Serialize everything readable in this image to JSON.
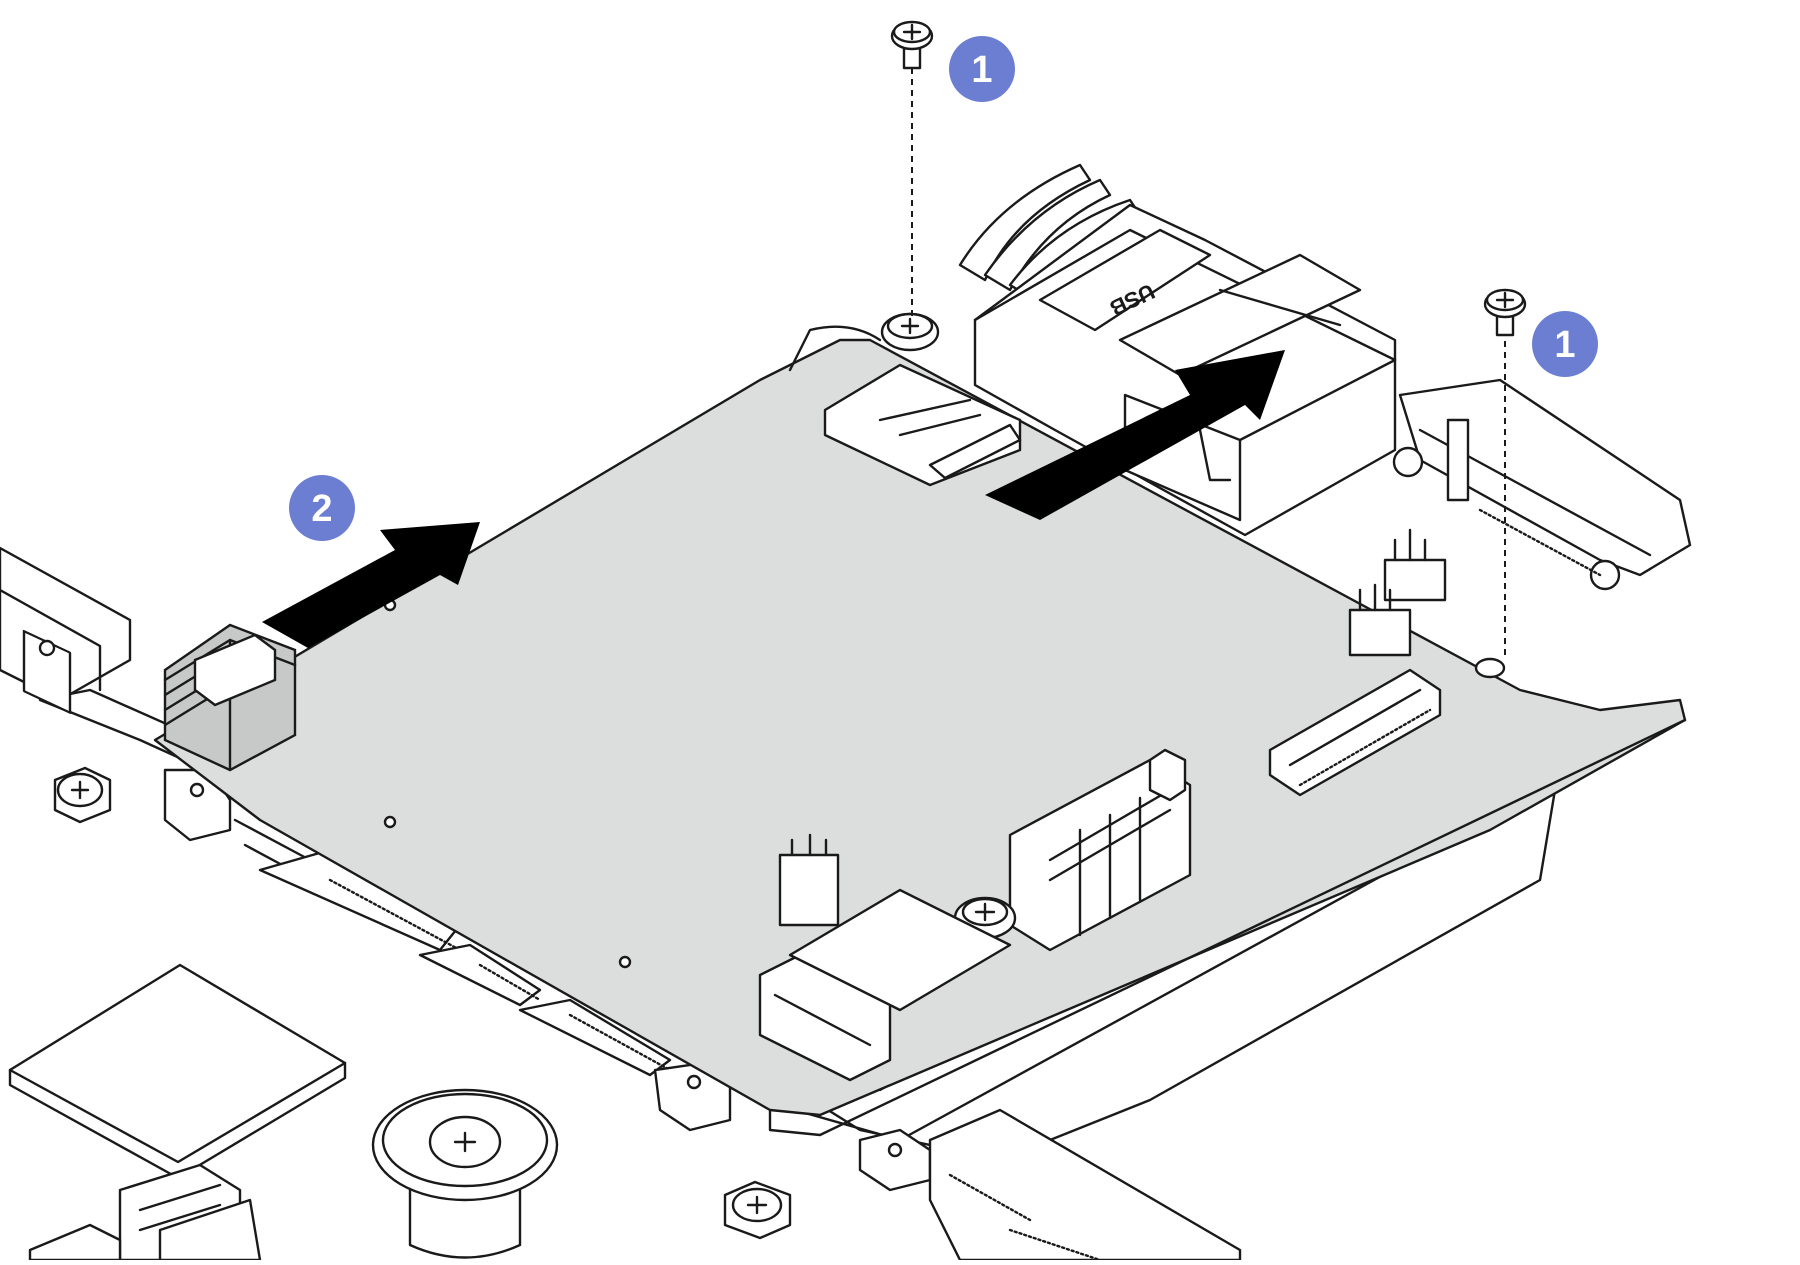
{
  "figure": {
    "callouts": [
      {
        "id": "screw-callout-top",
        "label": "1"
      },
      {
        "id": "screw-callout-right",
        "label": "1"
      },
      {
        "id": "slide-callout",
        "label": "2"
      }
    ],
    "usb_port_marking": "USB"
  },
  "colors": {
    "callout_fill": "#6c7ed1",
    "callout_text": "#ffffff",
    "board_fill": "#dcdddd",
    "latch_fill": "#c7c8c8",
    "arrow_fill": "#000000",
    "line": "#1a1a1a"
  }
}
